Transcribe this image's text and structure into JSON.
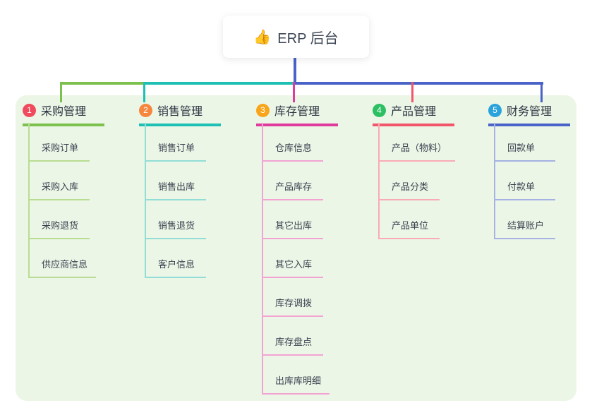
{
  "root": {
    "emoji": "👍",
    "title": "ERP 后台"
  },
  "branches": [
    {
      "num": "1",
      "label": "采购管理",
      "badge_color": "#f04b5c",
      "line_color": "#7cc14e",
      "item_line_color": "#b8dd92",
      "items": [
        "采购订单",
        "采购入库",
        "采购退货",
        "供应商信息"
      ]
    },
    {
      "num": "2",
      "label": "销售管理",
      "badge_color": "#f6863e",
      "line_color": "#1ec0b4",
      "item_line_color": "#92ddd6",
      "items": [
        "销售订单",
        "销售出库",
        "销售退货",
        "客户信息"
      ]
    },
    {
      "num": "3",
      "label": "库存管理",
      "badge_color": "#f9a51b",
      "line_color": "#e13a9d",
      "item_line_color": "#f3a3d2",
      "items": [
        "仓库信息",
        "产品库存",
        "其它出库",
        "其它入库",
        "库存调拨",
        "库存盘点",
        "出库库明细"
      ]
    },
    {
      "num": "4",
      "label": "产品管理",
      "badge_color": "#2cc063",
      "line_color": "#f2566b",
      "item_line_color": "#f9abb5",
      "items": [
        "产品（物料）",
        "产品分类",
        "产品单位"
      ]
    },
    {
      "num": "5",
      "label": "财务管理",
      "badge_color": "#2aa2db",
      "line_color": "#4a63c8",
      "item_line_color": "#a4b2e4",
      "items": [
        "回款单",
        "付款单",
        "结算账户"
      ]
    }
  ],
  "colors": {
    "panel_background": "#ecf6e7",
    "root_connector": "#4a63c8",
    "root_text": "#3d4756",
    "item_text": "#3b4350"
  }
}
